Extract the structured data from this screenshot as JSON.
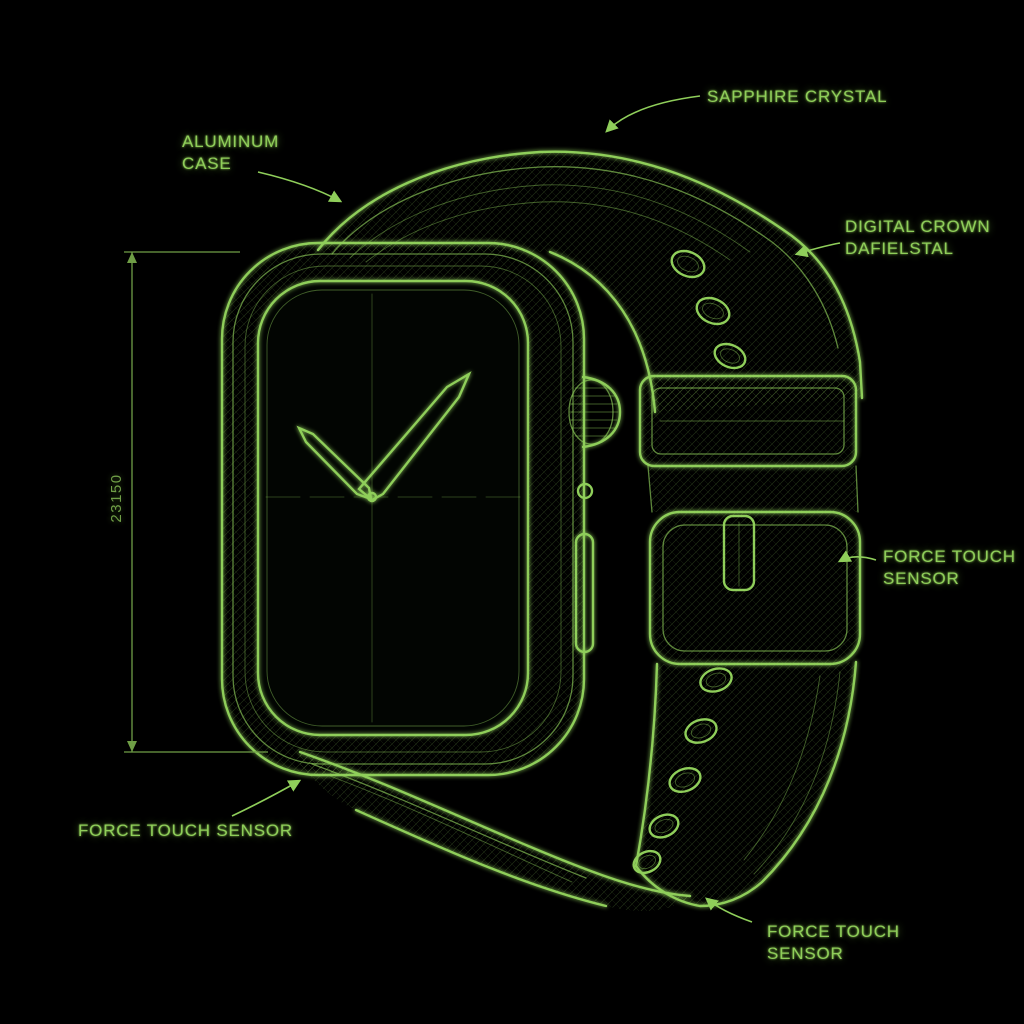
{
  "diagram": {
    "type": "wireframe-schematic",
    "subject": "smartwatch blueprint sketch",
    "colors": {
      "background": "#000000",
      "line_green": "#8fce5a",
      "bright_green": "#c4f08a",
      "dim_green": "#6f9e46"
    },
    "labels": {
      "sapphire_crystal": "SAPPHIRE CRYSTAL",
      "aluminum_case": [
        "ALUMINUM",
        "CASE"
      ],
      "digital_crown": [
        "DIGITAL CROWN",
        "DAFIELSTAL"
      ],
      "force_touch_right": [
        "FORCE TOUCH",
        "SENSOR"
      ],
      "force_touch_bottom_left": "FORCE TOUCH SENSOR",
      "force_touch_bottom_right": [
        "FORCE TOUCH",
        "SENSOR"
      ]
    },
    "dimension": {
      "value": "23150"
    }
  }
}
